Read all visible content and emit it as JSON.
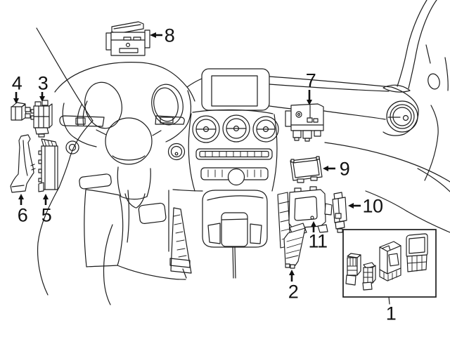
{
  "figure": {
    "subject": "dashboard-electrical-control-modules-parts-diagram",
    "background_color": "#ffffff",
    "line_color": "#1c1c1c",
    "label_color": "#111111"
  },
  "callouts": [
    {
      "label": "1",
      "arrow": "leader-line"
    },
    {
      "label": "2",
      "arrow": "up"
    },
    {
      "label": "3",
      "arrow": "down"
    },
    {
      "label": "4",
      "arrow": "down"
    },
    {
      "label": "5",
      "arrow": "up"
    },
    {
      "label": "6",
      "arrow": "up"
    },
    {
      "label": "7",
      "arrow": "down"
    },
    {
      "label": "8",
      "arrow": "left"
    },
    {
      "label": "9",
      "arrow": "left"
    },
    {
      "label": "10",
      "arrow": "left"
    },
    {
      "label": "11",
      "arrow": "up"
    }
  ]
}
